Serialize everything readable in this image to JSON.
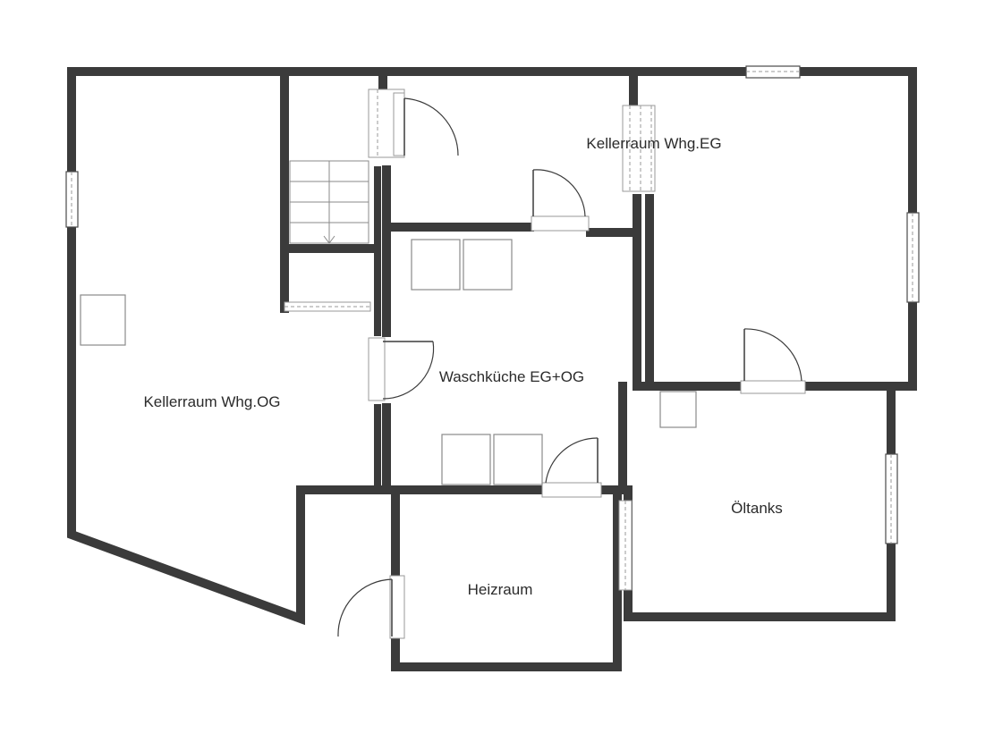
{
  "rooms": {
    "keller_og": "Kellerraum Whg.OG",
    "keller_eg": "Kellerraum Whg.EG",
    "waschkueche": "Waschküche EG+OG",
    "heizraum": "Heizraum",
    "oeltanks": "Öltanks"
  },
  "colors": {
    "wall": "#3b3b3b",
    "background": "#ffffff"
  }
}
